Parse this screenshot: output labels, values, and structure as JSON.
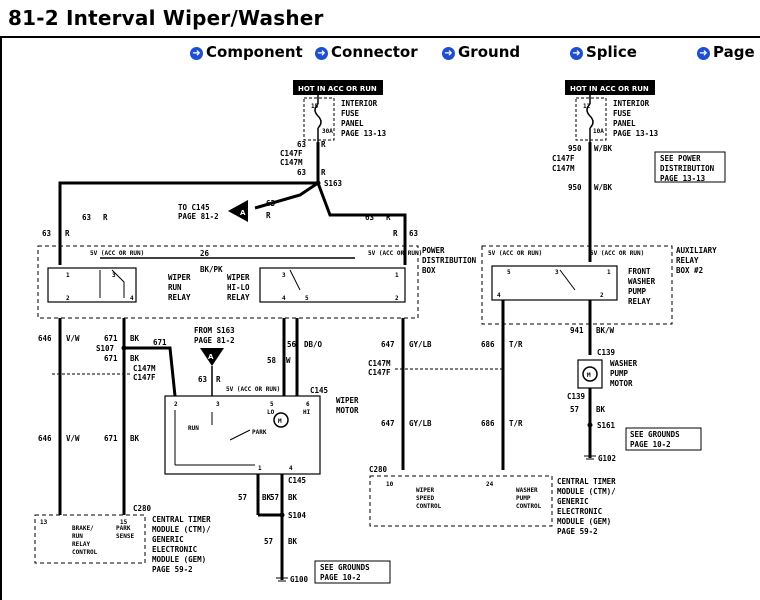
{
  "title": "81-2 Interval Wiper/Washer",
  "nav": [
    "Component",
    "Connector",
    "Ground",
    "Splice",
    "Page"
  ],
  "hot_left": "HOT IN ACC OR RUN",
  "hot_right": "HOT IN ACC OR RUN",
  "fuse_left": {
    "num": "15",
    "amp": "30A",
    "name": "INTERIOR",
    "name2": "FUSE",
    "name3": "PANEL",
    "page": "PAGE 13-13"
  },
  "fuse_right": {
    "num": "12",
    "amp": "10A",
    "name": "INTERIOR",
    "name2": "FUSE",
    "name3": "PANEL",
    "page": "PAGE 13-13"
  },
  "see_power": [
    "SEE POWER",
    "DISTRIBUTION",
    "PAGE 13-13"
  ],
  "see_grounds_right": [
    "SEE GROUNDS",
    "PAGE 10-2"
  ],
  "see_grounds_left": [
    "SEE GROUNDS",
    "PAGE 10-2"
  ],
  "to_c145": [
    "TO C145",
    "PAGE 81-2"
  ],
  "from_s163": [
    "FROM S163",
    "PAGE 81-2"
  ],
  "pdb": [
    "POWER",
    "DISTRIBUTION",
    "BOX"
  ],
  "aux_box": [
    "AUXILIARY",
    "RELAY",
    "BOX #2"
  ],
  "wiper_run": [
    "WIPER",
    "RUN",
    "RELAY"
  ],
  "wiper_hilo": [
    "WIPER",
    "HI-LO",
    "RELAY"
  ],
  "front_washer": [
    "FRONT",
    "WASHER",
    "PUMP",
    "RELAY"
  ],
  "washer_motor": [
    "WASHER",
    "PUMP",
    "MOTOR"
  ],
  "wiper_motor": [
    "WIPER",
    "MOTOR"
  ],
  "ctm_left": [
    "CENTRAL TIMER",
    "MODULE (CTM)/",
    "GENERIC",
    "ELECTRONIC",
    "MODULE (GEM)",
    "PAGE 59-2"
  ],
  "ctm_right": [
    "CENTRAL TIMER",
    "MODULE (CTM)/",
    "GENERIC",
    "ELECTRONIC",
    "MODULE (GEM)",
    "PAGE 59-2"
  ],
  "wires": {
    "w63r": "63",
    "r": "R",
    "w950": "950",
    "wbk": "W/BK",
    "w26": "26",
    "bkpk": "BK/PK",
    "w646": "646",
    "vw": "V/W",
    "w671": "671",
    "bk": "BK",
    "w58": "58",
    "w": "W",
    "w56": "56",
    "dbo": "DB/O",
    "w647": "647",
    "gvlb": "GY/LB",
    "w686": "686",
    "tr": "T/R",
    "w941": "941",
    "bkw": "BK/W",
    "w57": "57"
  },
  "connectors": {
    "c147f": "C147F",
    "c147m": "C147M",
    "c145": "C145",
    "c139": "C139",
    "c280": "C280",
    "s163": "S163",
    "s107": "S107",
    "s104": "S104",
    "s161": "S161",
    "g100": "G100",
    "g102": "G102"
  },
  "ctm_left_pins": [
    "13",
    "15",
    "BRAKE/",
    "RUN",
    "RELAY",
    "CONTROL",
    "PARK",
    "SENSE"
  ],
  "ctm_right_pins": [
    "10",
    "24",
    "WIPER",
    "SPEED",
    "CONTROL",
    "WASHER",
    "PUMP",
    "CONTROL"
  ],
  "acc_run": "5V (ACC OR RUN)",
  "motor_labels": [
    "RUN",
    "PARK",
    "LO",
    "HI",
    "M"
  ]
}
